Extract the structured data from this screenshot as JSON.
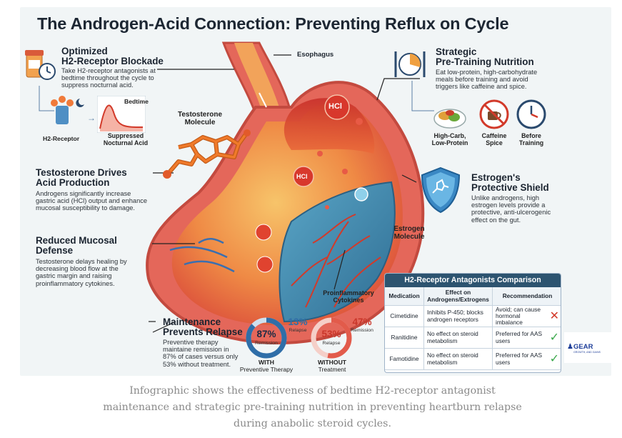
{
  "title": "The Androgen-Acid Connection: Preventing Reflux on Cycle",
  "labels": {
    "esophagus": "Esophagus",
    "testosterone_molecule": [
      "Testosterone",
      "Molecule"
    ],
    "hcl": "HCl",
    "estrogen_molecule": [
      "Estrogen",
      "Molecule"
    ],
    "proinflammatory": [
      "Proinflammatory",
      "Cytokines"
    ],
    "h2_receptor": "H2-Receptor",
    "bedtime": "Bedtime",
    "suppressed": [
      "Suppressed",
      "Nocturnal Acid"
    ]
  },
  "sections": {
    "h2_blockade": {
      "heading": [
        "Optimized",
        "H2-Receptor Blockade"
      ],
      "body": [
        "Take H2-receptor antagonists at",
        "bedtime throughout the cycle to",
        "suppress nocturnal acid."
      ]
    },
    "testosterone_acid": {
      "heading": [
        "Testosterone Drives",
        "Acid Production"
      ],
      "body": [
        "Androgens significantly increase",
        "gastric acid (HCl) output and enhance",
        "mucosal susceptibility to damage."
      ]
    },
    "mucosal": {
      "heading": [
        "Reduced Mucosal",
        "Defense"
      ],
      "body": [
        "Testosterone delays healing by",
        "decreasing blood flow at the",
        "gastric margin and raising",
        "proinflammatory cytokines."
      ]
    },
    "maintenance": {
      "heading": [
        "Maintenance",
        "Prevents Relapse"
      ],
      "body": [
        "Preventive therapy",
        "maintaine remission in",
        "87% of cases versus only",
        "53% without treatment."
      ]
    },
    "nutrition": {
      "heading": [
        "Strategic",
        "Pre-Training Nutrition"
      ],
      "body": [
        "Eat low-protein, high-carbohydrate",
        "meals before training and avoid",
        "triggers like caffeine and spice."
      ],
      "icons": [
        {
          "icon": "food-plate-icon",
          "label": [
            "High-Carb,",
            "Low-Protein"
          ]
        },
        {
          "icon": "no-caffeine-icon",
          "label": [
            "Caffeine",
            "Spice"
          ]
        },
        {
          "icon": "clock-icon",
          "label": [
            "Before",
            "Training"
          ]
        }
      ]
    },
    "estrogen": {
      "heading": [
        "Estrogen's",
        "Protective Shield"
      ],
      "body": [
        "Unlike androgens, high",
        "estrogen levels provide a",
        "protective, anti-ulcerogenic",
        "effect on the gut."
      ]
    }
  },
  "stats": {
    "with": {
      "remission_pct": "87%",
      "remission_label": "Remission",
      "relapse_pct": "13%",
      "relapse_label": "Relapse",
      "caption": [
        "WITH",
        "Preventive Therapy"
      ],
      "remission_fraction": 0.87
    },
    "without": {
      "remission_pct": "53%",
      "remission_label": "Relapse",
      "relapse_pct": "47%",
      "relapse_label": "Remission",
      "caption": [
        "WITHOUT",
        "Treatment"
      ],
      "remission_fraction": 0.53
    }
  },
  "table": {
    "title": "H2-Receptor Antagonists Comparison",
    "headers": [
      "Medication",
      "Effect on Androgens/Extrogens",
      "Recommendation"
    ],
    "rows": [
      {
        "medication": "Cimetidine",
        "effect": "Inhibits P-450; blocks androgen receptors",
        "recommendation": "Avoid; can cause hormonal imbalance",
        "mark": "✕",
        "mark_color": "#d23a2a"
      },
      {
        "medication": "Ranitidine",
        "effect": "No effect on steroid metabolism",
        "recommendation": "Preferred for AAS users",
        "mark": "✓",
        "mark_color": "#3aa84a"
      },
      {
        "medication": "Famotidine",
        "effect": "No effect on steroid metabolism",
        "recommendation": "Preferred for AAS users",
        "mark": "✓",
        "mark_color": "#3aa84a"
      }
    ]
  },
  "brand": {
    "name": "GEAR",
    "tagline": "GROWTH, AND GAINS"
  },
  "caption": [
    "Infographic shows the effectiveness of bedtime H2-receptor antagonist",
    "maintenance and strategic pre-training nutrition in preventing heartburn relapse",
    "during anabolic steroid cycles."
  ],
  "colors": {
    "stomach_outer": "#e4675a",
    "stomach_inner": "#f2a35a",
    "acid": "#e2412d",
    "mucosa": "#3a7fa6",
    "table_header": "#2d5470",
    "ring_with": "#2f6ea8",
    "ring_without": "#e25b4b"
  }
}
